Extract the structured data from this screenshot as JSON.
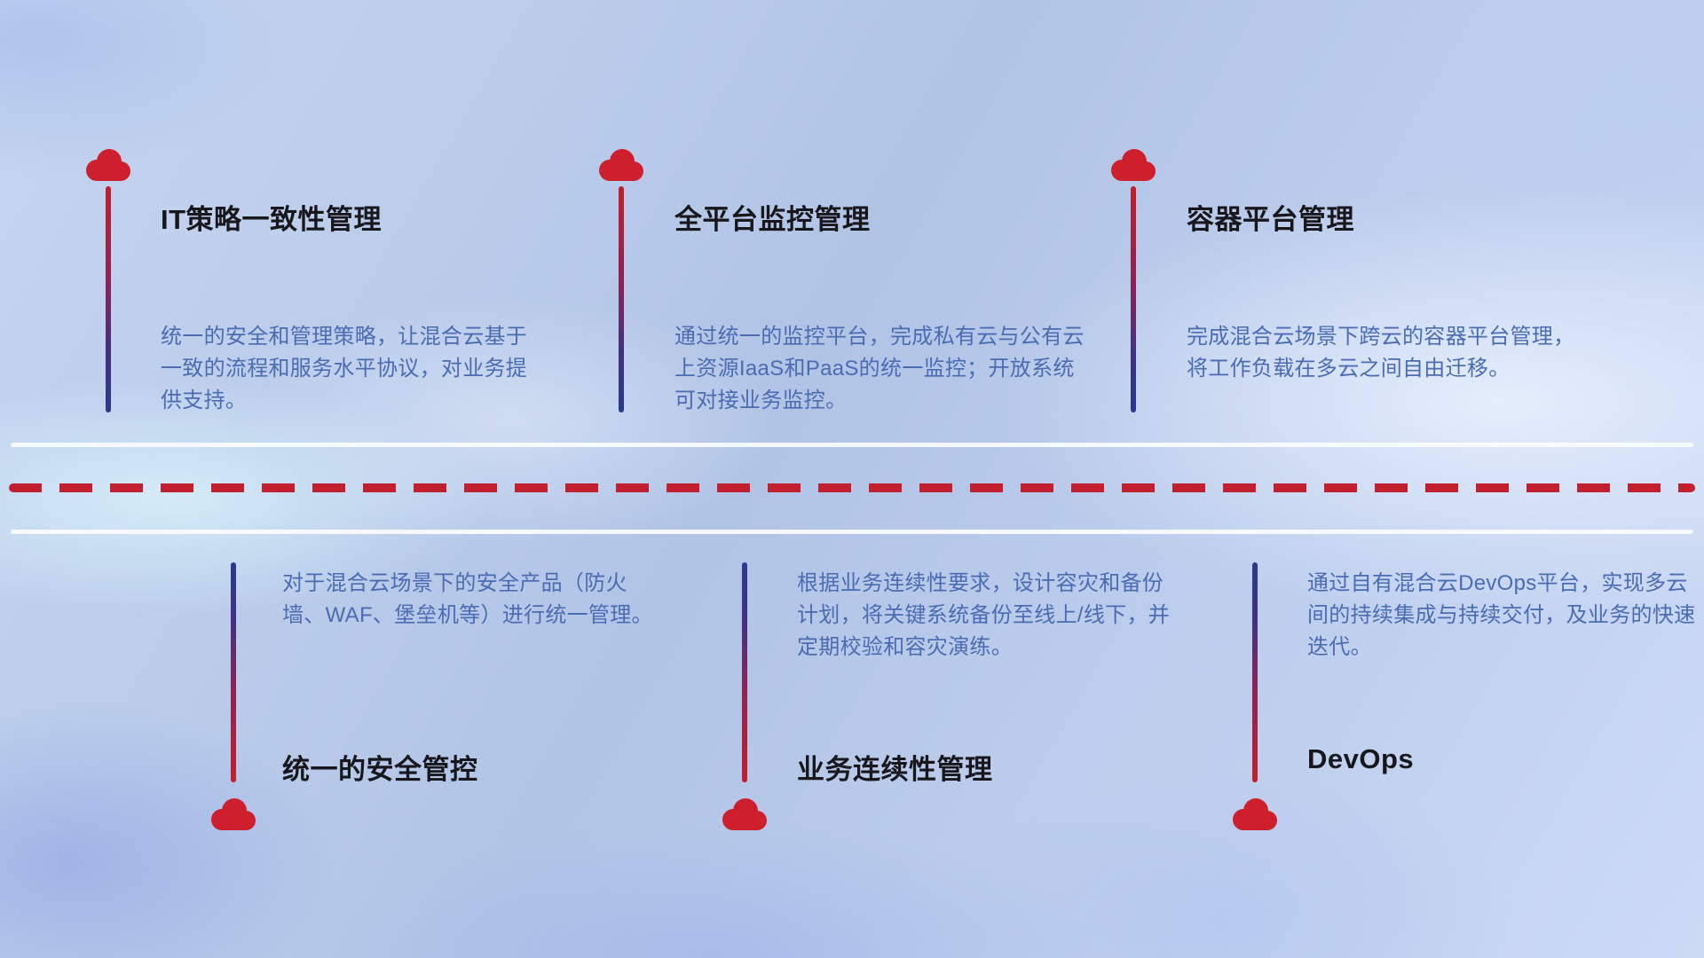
{
  "features": {
    "top": [
      {
        "title": "IT策略一致性管理",
        "description": "统一的安全和管理策略，让混合云基于一致的流程和服务水平协议，对业务提供支持。"
      },
      {
        "title": "全平台监控管理",
        "description": "通过统一的监控平台，完成私有云与公有云上资源IaaS和PaaS的统一监控；开放系统可对接业务监控。"
      },
      {
        "title": "容器平台管理",
        "description": "完成混合云场景下跨云的容器平台管理，将工作负载在多云之间自由迁移。"
      }
    ],
    "bottom": [
      {
        "title": "统一的安全管控",
        "description": "对于混合云场景下的安全产品（防火墙、WAF、堡垒机等）进行统一管理。"
      },
      {
        "title": "业务连续性管理",
        "description": "根据业务连续性要求，设计容灾和备份计划，将关键系统备份至线上/线下，并定期校验和容灾演练。"
      },
      {
        "title": "DevOps",
        "description": "通过自有混合云DevOps平台，实现多云间的持续集成与持续交付，及业务的快速迭代。"
      }
    ]
  },
  "colors": {
    "cloud_red": "#ce1f2d",
    "dash_red": "#c3202f",
    "stem_red": "#c2202a",
    "stem_blue": "#2a3a8e",
    "title_text": "#17171c",
    "description_text": "#4a6cb3",
    "background_blue": "#b4c6e8",
    "divider_white": "#fafcff"
  }
}
